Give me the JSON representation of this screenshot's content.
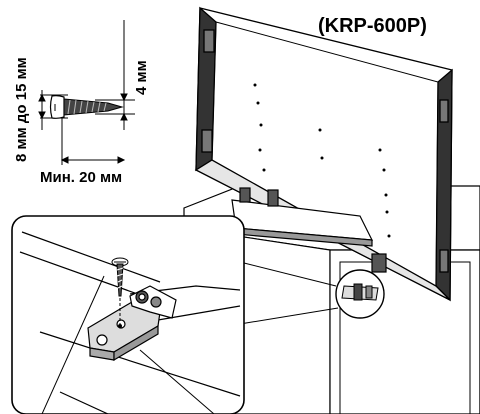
{
  "model_label": "(KRP-600P)",
  "screw_dimensions": {
    "head_range": "8 мм до 15 мм",
    "thread_diameter": "4 мм",
    "min_length": "Мин. 20 мм"
  },
  "colors": {
    "ink": "#000000",
    "paper": "#ffffff"
  },
  "icons": [
    "screw-icon",
    "bracket-icon",
    "magnifier-circle-icon"
  ]
}
